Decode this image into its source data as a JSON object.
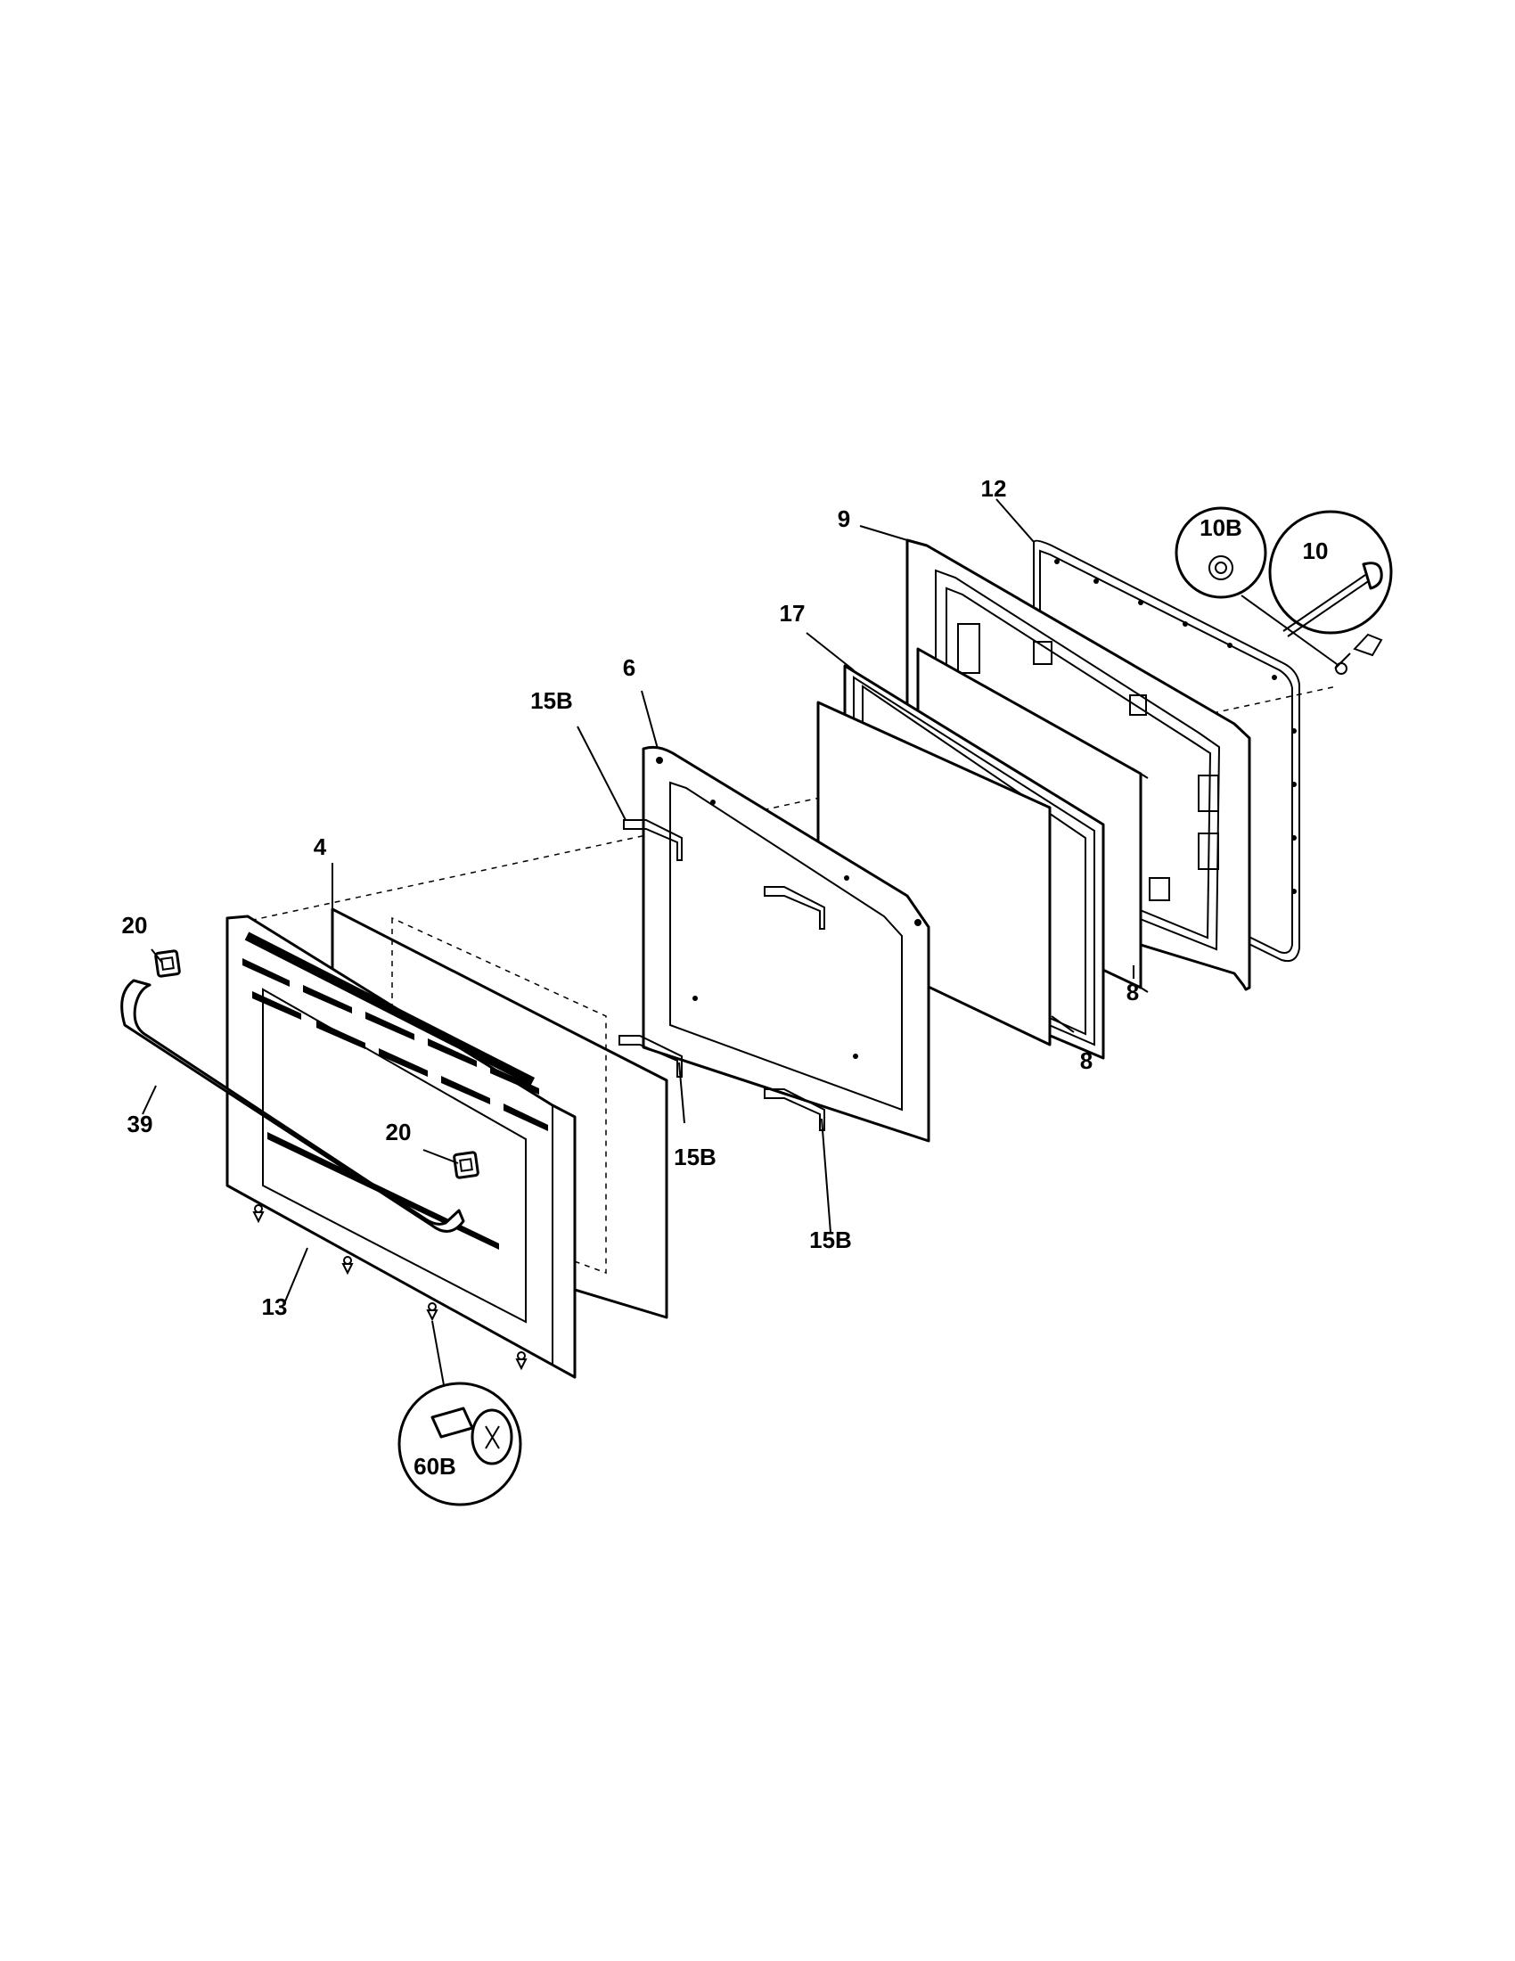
{
  "callouts": {
    "c12": "12",
    "c9": "9",
    "c10b": "10B",
    "c10": "10",
    "c17": "17",
    "c6": "6",
    "c15b_top": "15B",
    "c4": "4",
    "c20_left": "20",
    "c39": "39",
    "c20_handle": "20",
    "c15b_mid": "15B",
    "c15b_bottom": "15B",
    "c8_right": "8",
    "c8_lower": "8",
    "c13": "13",
    "c60b": "60B"
  }
}
